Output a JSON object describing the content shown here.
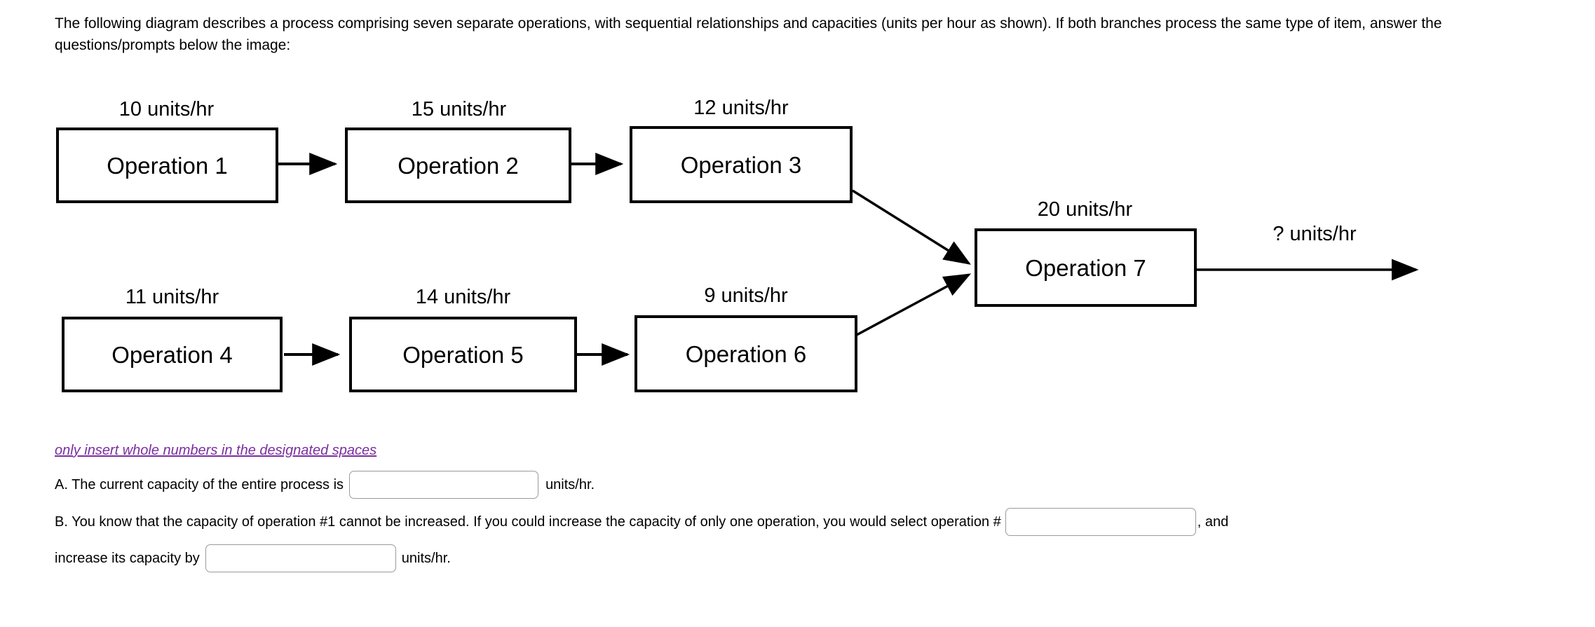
{
  "prompt": {
    "text": "The following diagram describes a process comprising seven separate operations, with sequential relationships and capacities (units per hour as shown). If both branches process the same type of item, answer the questions/prompts below the image:"
  },
  "diagram": {
    "type": "process-flow",
    "capacity_unit": "units/hr",
    "operations": [
      {
        "id": "op1",
        "label": "Operation 1",
        "capacity": "10 units/hr",
        "capacity_value": 10,
        "row": "top",
        "col": 1
      },
      {
        "id": "op2",
        "label": "Operation 2",
        "capacity": "15 units/hr",
        "capacity_value": 15,
        "row": "top",
        "col": 2
      },
      {
        "id": "op3",
        "label": "Operation 3",
        "capacity": "12 units/hr",
        "capacity_value": 12,
        "row": "top",
        "col": 3
      },
      {
        "id": "op4",
        "label": "Operation 4",
        "capacity": "11 units/hr",
        "capacity_value": 11,
        "row": "bottom",
        "col": 1
      },
      {
        "id": "op5",
        "label": "Operation 5",
        "capacity": "14 units/hr",
        "capacity_value": 14,
        "row": "bottom",
        "col": 2
      },
      {
        "id": "op6",
        "label": "Operation 6",
        "capacity": "9 units/hr",
        "capacity_value": 9,
        "row": "bottom",
        "col": 3
      },
      {
        "id": "op7",
        "label": "Operation 7",
        "capacity": "20 units/hr",
        "capacity_value": 20,
        "row": "merge",
        "col": 4
      }
    ],
    "output": {
      "label": "? units/hr",
      "value": "?"
    },
    "connections": [
      {
        "from": "op1",
        "to": "op2"
      },
      {
        "from": "op2",
        "to": "op3"
      },
      {
        "from": "op3",
        "to": "op7"
      },
      {
        "from": "op4",
        "to": "op5"
      },
      {
        "from": "op5",
        "to": "op6"
      },
      {
        "from": "op6",
        "to": "op7"
      },
      {
        "from": "op7",
        "to": "output"
      }
    ]
  },
  "questions": {
    "note": "only insert whole numbers in the designated spaces",
    "note_color": "#7b2fa0",
    "a": {
      "prefix": "A. The current capacity of the entire process is",
      "suffix": "units/hr.",
      "input_value": "",
      "input_placeholder": ""
    },
    "b": {
      "prefix": "B. You know that the capacity of operation #1 cannot be increased. If you could increase the capacity of only one operation, you would select operation #",
      "middle": ", and",
      "line2_prefix": "increase its capacity by",
      "suffix": "units/hr.",
      "input1_value": "",
      "input1_placeholder": "",
      "input2_value": "",
      "input2_placeholder": ""
    }
  }
}
